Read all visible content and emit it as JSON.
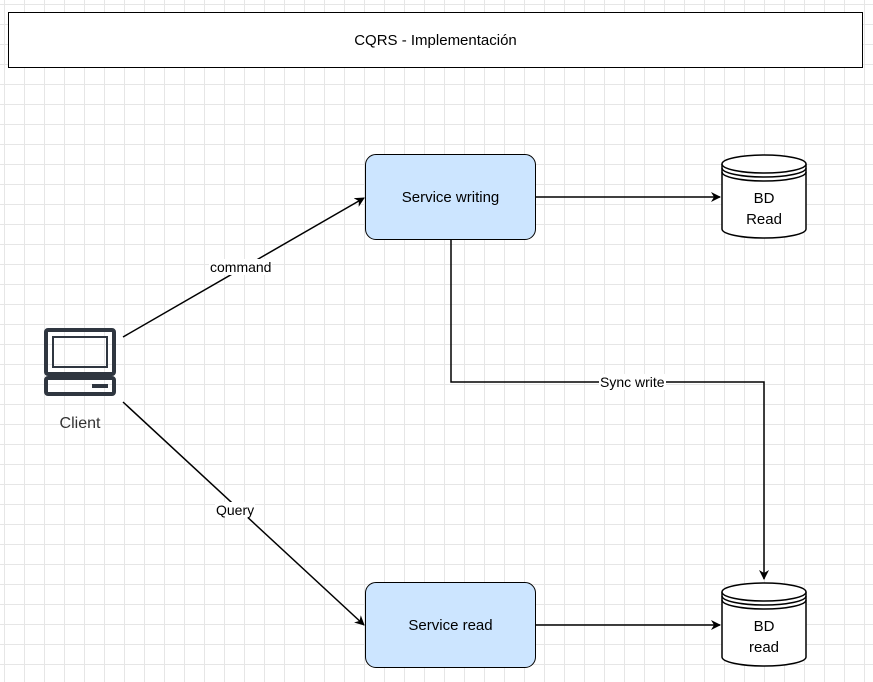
{
  "title": "CQRS - Implementación",
  "client": {
    "label": "Client",
    "icon": "laptop-icon"
  },
  "services": {
    "writing": {
      "label": "Service writing"
    },
    "read": {
      "label": "Service read"
    }
  },
  "databases": {
    "top": {
      "line1": "BD",
      "line2": "Read"
    },
    "bottom": {
      "line1": "BD",
      "line2": "read"
    }
  },
  "edges": {
    "command": "command",
    "query": "Query",
    "sync": "Sync write"
  },
  "colors": {
    "service_fill": "#cce5ff",
    "stroke": "#000000",
    "icon": "#2f3640",
    "grid": "#e6e6e6"
  }
}
